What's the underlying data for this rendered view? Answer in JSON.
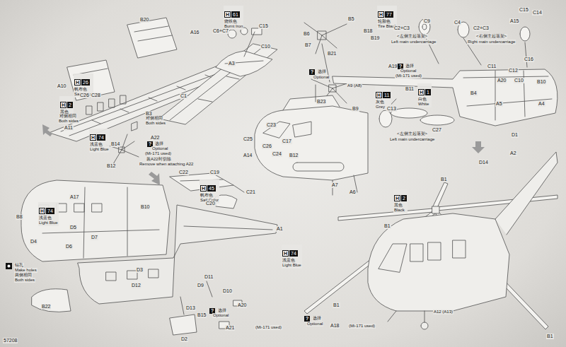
{
  "diagram": {
    "nodes": [
      {
        "text": [
          "H",
          "61",
          "烧铁色",
          "Burnt Iron"
        ]
      },
      {
        "text": [
          "H",
          "77",
          "轮胎色",
          "Tire Black"
        ]
      },
      {
        "text": [
          "H",
          "26",
          "帆布色",
          "Sail Color"
        ]
      },
      {
        "text": [
          "H",
          "1",
          "白色",
          "White"
        ]
      },
      {
        "text": [
          "H",
          "11",
          "灰色",
          "Grey"
        ]
      },
      {
        "text": [
          "H",
          "2",
          "黑色",
          "Black"
        ]
      },
      {
        "text": [
          "H",
          "74",
          "浅蓝色",
          "Light Blue"
        ]
      },
      {
        "text": [
          "H",
          "45",
          "帆布色",
          "Sail Color"
        ]
      },
      {
        "text": [
          "H",
          "2",
          "黑色",
          "Black"
        ]
      },
      {
        "text": [
          "H",
          "74",
          "浅蓝色",
          "Light Blue"
        ]
      },
      {
        "text": [
          "H",
          "74",
          "浅蓝色",
          "Light Blue"
        ]
      }
    ],
    "labels": [
      "B20",
      "A16",
      "A10",
      "C26",
      "C28",
      "对侧相同",
      "Both sides",
      "A11",
      "B3",
      "对侧相同",
      "Both sides",
      "C1",
      "C6+C7",
      "C15",
      "A3",
      "C10",
      "B6",
      "B5",
      "B7",
      "B21",
      "?",
      "选择",
      "Optional",
      "A9 (A8)",
      "B23",
      "B9",
      "B18",
      "B19",
      "C2+C3",
      "<左侧主起落架>",
      "Left main undercarriage",
      "C9",
      "C4",
      "C2+C3",
      "<右侧主起落架>",
      "Right main undercarriage",
      "C15",
      "C14",
      "A15",
      "A19",
      "?",
      "选择",
      "Optional",
      "(Mi-171 used)",
      "B11",
      "C11",
      "C16",
      "C12",
      "A20",
      "C10",
      "B10",
      "B4",
      "A5",
      "A4",
      "C13",
      "C27",
      "<左侧主起落架>",
      "Left main undercarriage",
      "D1",
      "A2",
      "D14",
      "B14",
      "B12",
      "A22",
      "?",
      "选择",
      "Optional",
      "(Mi-171 used)",
      "装A22时切除",
      "Remove when attaching A22",
      "C22",
      "C19",
      "C20",
      "C21",
      "C25",
      "C23",
      "C26",
      "C17",
      "C24",
      "A14",
      "B12",
      "A7",
      "A6",
      "A17",
      "B8",
      "B10",
      "D5",
      "D4",
      "D6",
      "D7",
      "A1",
      "钻孔",
      "Make holes",
      "两侧相同",
      "Both sides",
      "B22",
      "D3",
      "D12",
      "D11",
      "D9",
      "D10",
      "D13",
      "B15",
      "?",
      "选择",
      "Optional",
      "A20",
      "A21",
      "(Mi-171 used)",
      "D2",
      "B1",
      "B1",
      "B1",
      "?",
      "选择",
      "Optional",
      "A18",
      "(Mi-171 used)",
      "A12 (A13)",
      "B1",
      "57208"
    ]
  }
}
